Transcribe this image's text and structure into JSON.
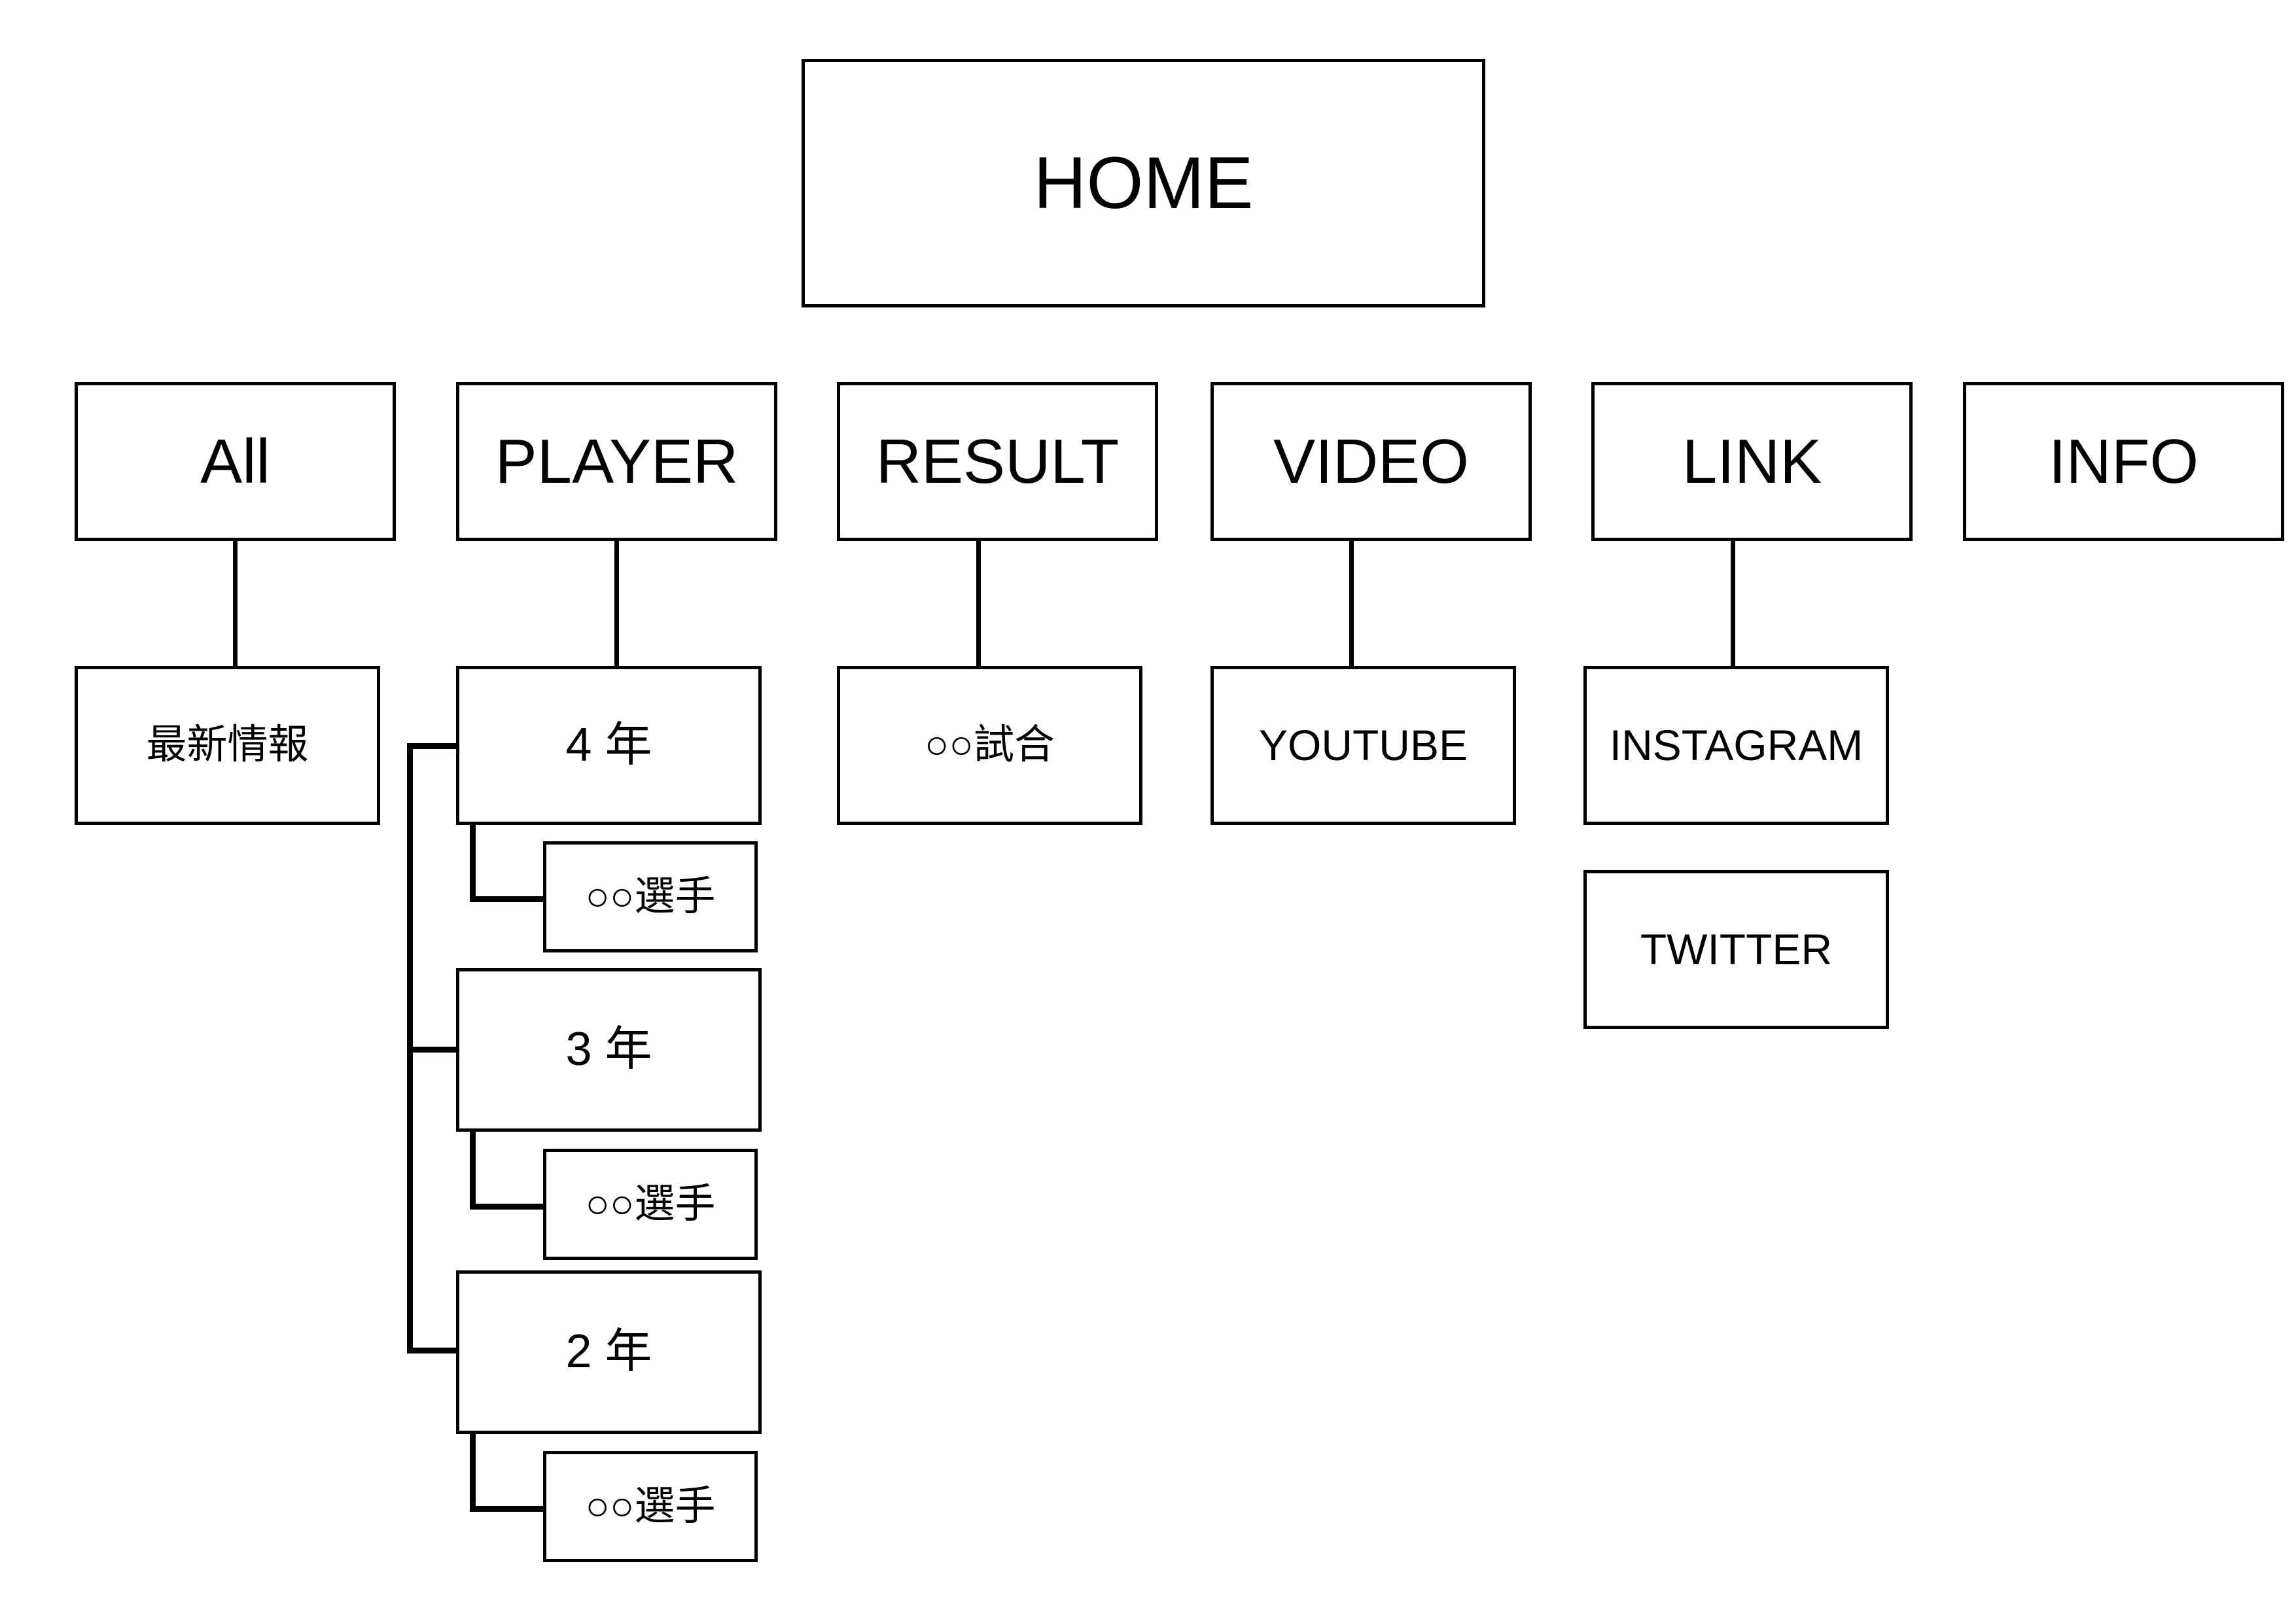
{
  "diagram": {
    "title_node": {
      "label": "HOME"
    },
    "level1": [
      {
        "id": "all",
        "label": "All"
      },
      {
        "id": "player",
        "label": "PLAYER"
      },
      {
        "id": "result",
        "label": "RESULT"
      },
      {
        "id": "video",
        "label": "VIDEO"
      },
      {
        "id": "link",
        "label": "LINK"
      },
      {
        "id": "info",
        "label": "INFO"
      }
    ],
    "level2": {
      "all_child": {
        "label": "最新情報"
      },
      "player_years": [
        {
          "label": "4 年"
        },
        {
          "label": "3 年"
        },
        {
          "label": "2 年"
        }
      ],
      "result_child": {
        "label": "○○試合"
      },
      "video_child": {
        "label": "YOUTUBE"
      },
      "link_children": [
        {
          "label": "INSTAGRAM"
        },
        {
          "label": "TWITTER"
        }
      ]
    },
    "level3": {
      "players": [
        {
          "label": "○○選手"
        },
        {
          "label": "○○選手"
        },
        {
          "label": "○○選手"
        }
      ]
    },
    "style": {
      "line_color": "#000000",
      "box_fill": "#ffffff",
      "page_background": "#ffffff"
    }
  }
}
